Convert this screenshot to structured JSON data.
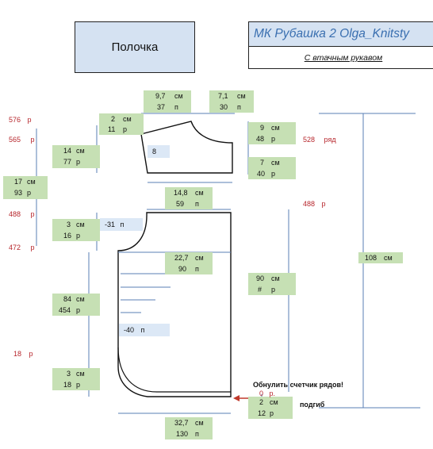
{
  "title": "Полочка",
  "mk_title": "МК Рубашка 2 Olga_Knitsty",
  "mk_subtitle": "С втачным рукавом",
  "measures": {
    "top_left_width": {
      "cm": "9,7",
      "cm_unit": "см",
      "n": "37",
      "n_unit": "п"
    },
    "top_right_width": {
      "cm": "7,1",
      "cm_unit": "см",
      "n": "30",
      "n_unit": "п"
    },
    "neck_drop": {
      "cm": "2",
      "cm_unit": "см",
      "r": "11",
      "r_unit": "р"
    },
    "right_upper": {
      "cm": "9",
      "cm_unit": "см",
      "r": "48",
      "r_unit": "р"
    },
    "right_lower": {
      "cm": "7",
      "cm_unit": "см",
      "r": "40",
      "r_unit": "р"
    },
    "left_upper": {
      "cm": "14",
      "cm_unit": "см",
      "r": "77",
      "r_unit": "р"
    },
    "left_total": {
      "cm": "17",
      "cm_unit": "см",
      "r": "93",
      "r_unit": "р"
    },
    "mid_width": {
      "cm": "14,8",
      "cm_unit": "см",
      "n": "59",
      "n_unit": "п"
    },
    "armhole": {
      "cm": "3",
      "cm_unit": "см",
      "r": "16",
      "r_unit": "р"
    },
    "body_width": {
      "cm": "22,7",
      "cm_unit": "см",
      "n": "90",
      "n_unit": "п"
    },
    "right_body": {
      "cm": "90",
      "cm_unit": "см",
      "r": "#",
      "r_unit": "р"
    },
    "left_body": {
      "cm": "84",
      "cm_unit": "см",
      "r": "454",
      "r_unit": "р"
    },
    "left_bottom": {
      "cm": "3",
      "cm_unit": "см",
      "r": "18",
      "r_unit": "р"
    },
    "hem": {
      "cm": "2",
      "cm_unit": "см",
      "r": "12",
      "r_unit": "р"
    },
    "bottom_width": {
      "cm": "32,7",
      "cm_unit": "см",
      "n": "130",
      "n_unit": "п"
    },
    "total_height": {
      "cm": "108",
      "cm_unit": "см"
    }
  },
  "blue_labels": {
    "neck_value": "8",
    "armhole_value": "-31",
    "armhole_unit": "п",
    "body_value": "-40",
    "body_unit": "п"
  },
  "row_markers": {
    "r576": "576",
    "r565": "565",
    "r488": "488",
    "r472": "472",
    "r18": "18",
    "unit": "р",
    "r528": "528",
    "r528_unit": "ряд",
    "r488_right": "488",
    "r488_right_unit": "р"
  },
  "note": {
    "reset": "Обнулить счетчик рядов!",
    "zero": "0",
    "zero_unit": "р.",
    "fold": "подгиб"
  },
  "colors": {
    "green": "#c6e0b4",
    "blue": "#dce8f6",
    "red": "#b7272d",
    "line": "#5a7fb5"
  }
}
